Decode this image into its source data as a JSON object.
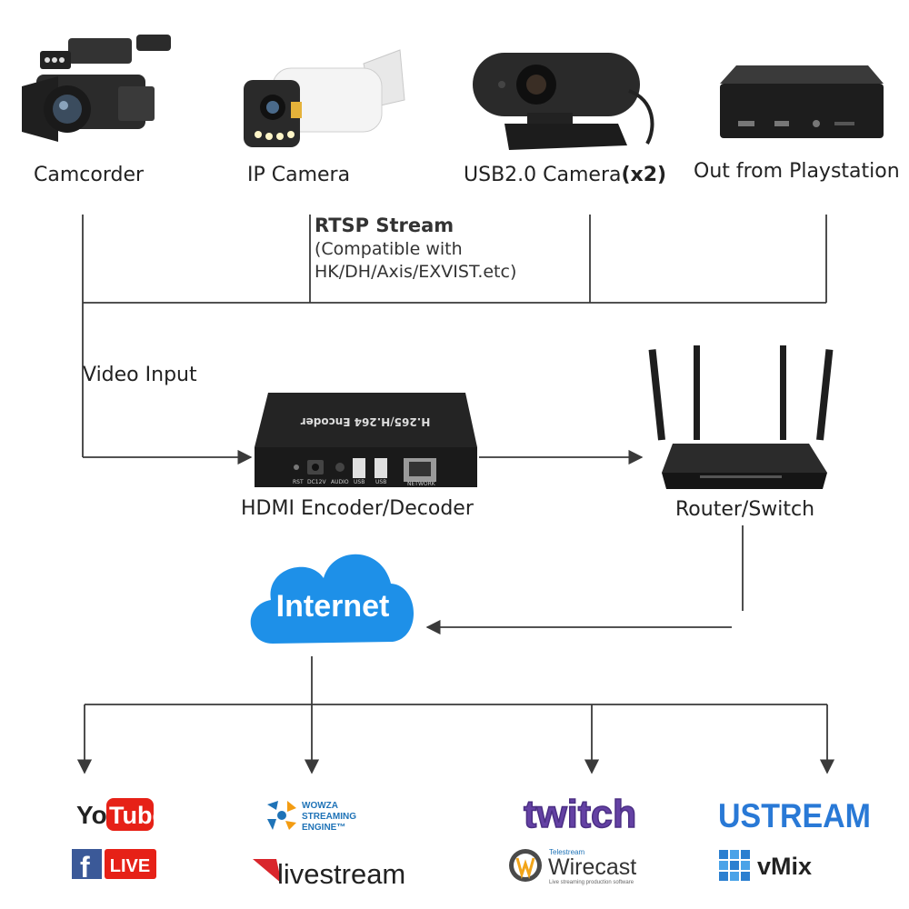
{
  "sources": [
    {
      "label": "Camcorder",
      "icon": "camcorder-icon"
    },
    {
      "label": "IP Camera",
      "icon": "ip-camera-icon"
    },
    {
      "label": "USB2.0 Camera",
      "suffix": "(x2)",
      "icon": "webcam-icon"
    },
    {
      "label": "Out from Playstation",
      "icon": "playstation-icon"
    }
  ],
  "rtsp": {
    "title": "RTSP Stream",
    "note_line1": "(Compatible with",
    "note_line2": "HK/DH/Axis/EXVIST.etc)"
  },
  "video_input_label": "Video Input",
  "encoder": {
    "label": "HDMI Encoder/Decoder",
    "top_text": "H.265/H.264 Encoder",
    "ports": [
      "RST",
      "DC12V",
      "AUDIO",
      "USB",
      "USB",
      "NETWORK"
    ]
  },
  "router": {
    "label": "Router/Switch"
  },
  "internet": {
    "label": "Internet"
  },
  "platforms": {
    "youtube": {
      "you": "You",
      "tube": "Tube"
    },
    "facebook_live": {
      "f": "f",
      "live": "LIVE"
    },
    "wowza": {
      "line1": "WOWZA",
      "line2": "STREAMING",
      "line3": "ENGINE™"
    },
    "livestream": {
      "text": "livestream"
    },
    "twitch": {
      "text": "twitch"
    },
    "wirecast": {
      "brand": "Telestream",
      "name": "Wirecast",
      "tagline": "Live streaming production software"
    },
    "ustream": {
      "text": "USTREAM"
    },
    "vmix": {
      "text": "vMix"
    }
  },
  "colors": {
    "line": "#3a3a3a",
    "internet_blue": "#1e90e8",
    "youtube_red": "#e62117",
    "facebook_blue": "#3b5998",
    "twitch_purple": "#6441a4",
    "ustream_blue": "#2979d6",
    "wowza_blue": "#1f73b7",
    "livestream_red": "#d9262c"
  }
}
